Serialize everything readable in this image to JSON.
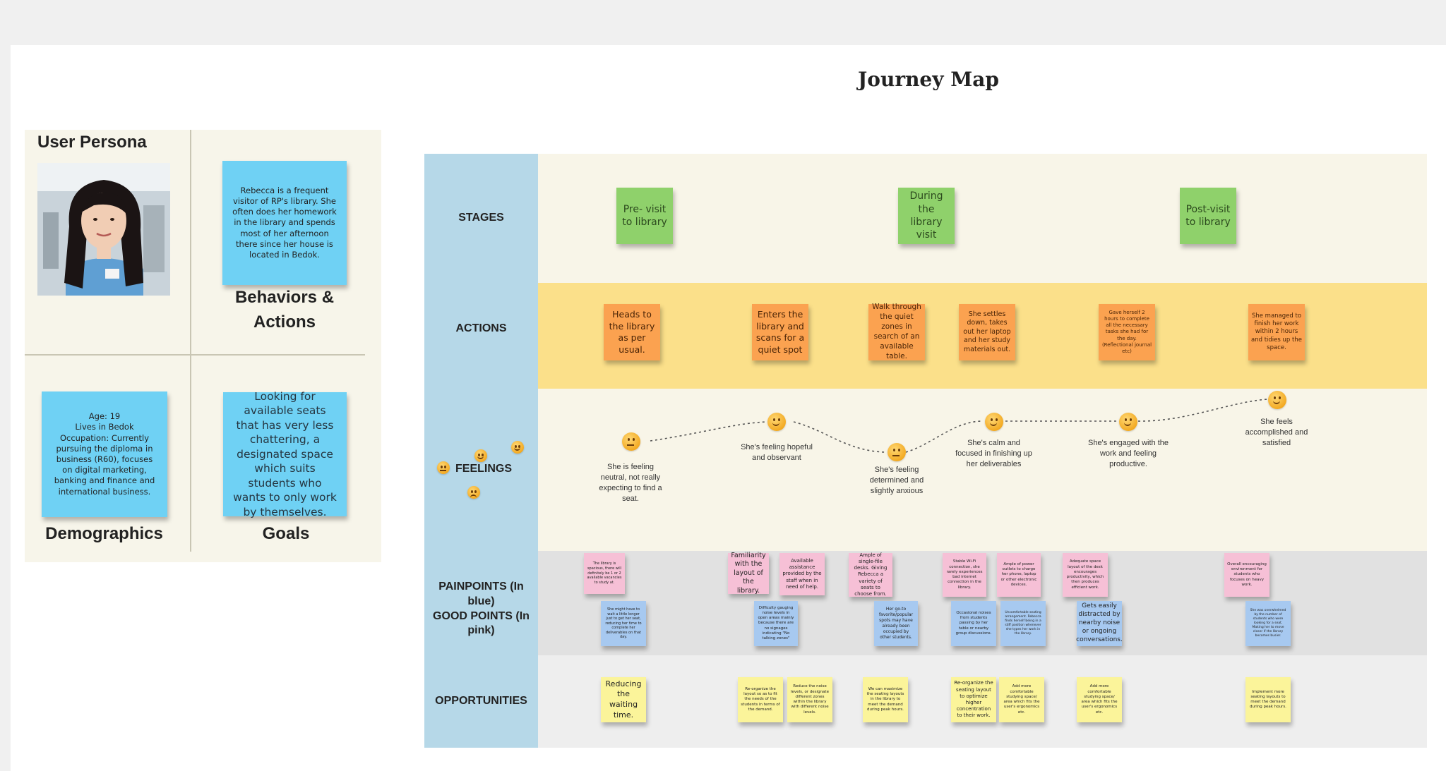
{
  "title": "Journey Map",
  "persona": {
    "heading": "User Persona",
    "photo_alt": "persona-photo",
    "intro": "Rebecca is a frequent visitor of RP's library. She often does her homework in the library and spends most of her afternoon there since her house is located in Bedok.",
    "behaviors_label": "Behaviors & Actions",
    "demographics_text": "Age: 19\nLives in Bedok\nOccupation: Currently pursuing the diploma in business (R60), focuses on digital marketing, banking and finance and international business.",
    "demographics_label": "Demographics",
    "goals_text": "Looking for available seats that has very less chattering, a designated space which suits students who wants to only work by themselves.",
    "goals_label": "Goals"
  },
  "rows": {
    "stages": "STAGES",
    "actions": "ACTIONS",
    "feelings": "FEELINGS",
    "points": "PAINPOINTS (In blue)\nGOOD POINTS (In pink)",
    "opportunities": "OPPORTUNITIES"
  },
  "stages": [
    "Pre- visit to library",
    "During the library visit",
    "Post-visit to library"
  ],
  "actions": [
    "Heads to the library as per usual.",
    "Enters the library and scans for a quiet spot",
    "Walk through the quiet zones in search of an available table.",
    "She settles down, takes out her laptop and her study materials out.",
    "Gave herself 2 hours to complete all the necessary tasks she had for the day. (Reflectional journal etc)",
    "She managed to finish her work within 2 hours and tidies up the space."
  ],
  "feelings": [
    "She is feeling neutral, not really expecting to find a seat.",
    "She's feeling hopeful and observant",
    "She's feeling determined and slightly anxious",
    "She's calm and focused in finishing up her deliverables",
    "She's engaged with the work and feeling productive.",
    "She feels accomplished and satisfied"
  ],
  "good_points": [
    "The library is spacious, there will definitely be 1 or 2 available vacancies to study at.",
    "Familiarity with the layout of the library.",
    "Available assistance provided by the staff when in need of help.",
    "Ample of single-file desks. Giving Rebecca a variety of seats to choose from.",
    "Stable Wi-Fi connection, she rarely experiences bad internet connection in the library.",
    "Ample of power outlets to charge her phone, laptop or other electronic devices.",
    "Adequate space layout of the desk encourages productivity, which then produces efficient work.",
    "Overall encouraging environment for students who focuses on heavy work."
  ],
  "pain_points": [
    "She might have to wait a little longer just to get her seat, reducing her time to complete her deliverables on that day.",
    "Difficulty gauging noise levels in open areas mainly because there are no signages indicating \"No talking zones\"",
    "Her go-to favorite/popular spots may have already been occupied by other students.",
    "Occasional noises from students passing by her table or nearby group discussions.",
    "Uncomfortable seating arrangement. Rebecca finds herself being in a stiff position whenever she types her work in the library.",
    "Gets easily distracted by nearby noise or ongoing conversations.",
    "She was overwhelmed by the number of students who were looking for a seat. Making her to move closer if the library becomes busier."
  ],
  "opportunities": [
    "Reducing the waiting time.",
    "Re-organize the layout so as to fit the needs of the students in terms of the demand.",
    "Reduce the noise levels, or designate different zones within the library with different noise levels.",
    "We can maximize the seating layouts in the library to meet the demand during peak hours.",
    "Re-organize the seating layout to optimize higher concentration to their work.",
    "Add more comfortable studying space/ area which fits the user's ergonomics etc.",
    "Add more comfortable studying space/ area which fits the user's ergonomics etc.",
    "Implement more seating layouts to meet the demand during peak hours."
  ],
  "colors": {
    "persona_sticky": "#6fd1f4",
    "stage_sticky": "#8fd16b",
    "action_sticky": "#fba250",
    "good_point": "#f6c0d6",
    "pain_point": "#a7c9f0",
    "opportunity": "#fbf49a",
    "label_column": "#b6d8e8",
    "actions_band": "#fbe08a"
  }
}
